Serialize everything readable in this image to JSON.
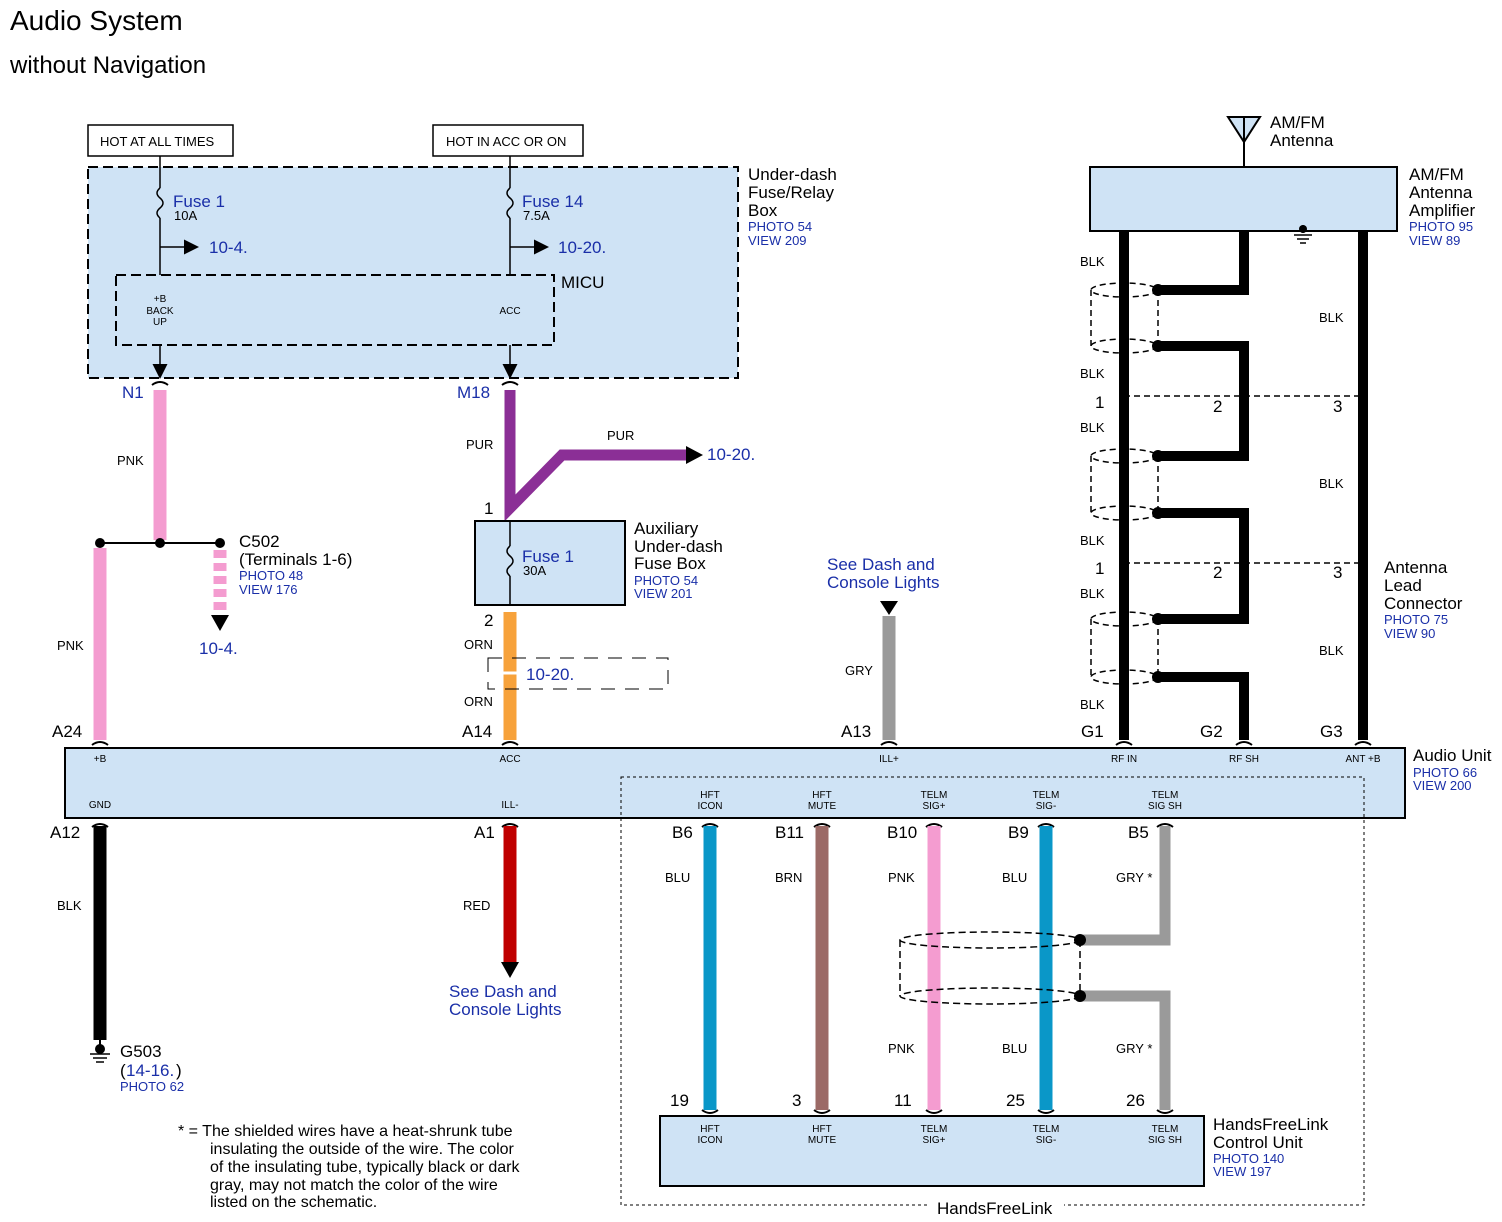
{
  "title": "Audio System",
  "subtitle": "without Navigation",
  "colors": {
    "component_fill": "#cfe3f5",
    "blue_text": "#1a2fa8",
    "PNK": "#f49cd0",
    "PUR": "#8b2f96",
    "ORN": "#f7a23b",
    "GRY": "#9a9a9a",
    "BLK": "#000000",
    "RED": "#c00000",
    "BLU": "#0a97c8",
    "BRN": "#9b6a66"
  },
  "power": {
    "hot_at_all_times": "HOT AT ALL TIMES",
    "hot_in_acc_or_on": "HOT IN ACC OR ON"
  },
  "underdash": {
    "name_lines": [
      "Under-dash",
      "Fuse/Relay",
      "Box"
    ],
    "photo": "PHOTO 54",
    "view": "VIEW 209",
    "fuse1_name": "Fuse 1",
    "fuse1_rating": "10A",
    "fuse14_name": "Fuse 14",
    "fuse14_rating": "7.5A",
    "ref1": "10-4.",
    "ref14": "10-20.",
    "micu": "MICU",
    "micu_pin1_lines": [
      "+B",
      "BACK",
      "UP"
    ],
    "micu_pin2": "ACC"
  },
  "connectors": {
    "n1": "N1",
    "m18": "M18"
  },
  "c502": {
    "name": "C502",
    "terminals": "(Terminals 1-6)",
    "photo": "PHOTO 48",
    "view": "VIEW 176",
    "ref": "10-4."
  },
  "aux": {
    "name_lines": [
      "Auxiliary",
      "Under-dash",
      "Fuse Box"
    ],
    "photo": "PHOTO 54",
    "view": "VIEW 201",
    "fuse_name": "Fuse 1",
    "fuse_rating": "30A",
    "pin_in": "1",
    "pin_out": "2",
    "ref_branch": "10-20.",
    "ref_orn": "10-20."
  },
  "wires": {
    "pnk": "PNK",
    "pur": "PUR",
    "orn": "ORN",
    "gry": "GRY",
    "blk": "BLK",
    "red": "RED",
    "blu": "BLU",
    "brn": "BRN",
    "gry_star": "GRY *"
  },
  "see_dash": [
    "See Dash and",
    "Console Lights"
  ],
  "antenna": {
    "name_lines": [
      "AM/FM",
      "Antenna"
    ],
    "amp_lines": [
      "AM/FM",
      "Antenna",
      "Amplifier"
    ],
    "amp_photo": "PHOTO 95",
    "amp_view": "VIEW 89",
    "lead_lines": [
      "Antenna",
      "Lead",
      "Connector"
    ],
    "lead_photo": "PHOTO 75",
    "lead_view": "VIEW 90",
    "pins": [
      "1",
      "2",
      "3"
    ]
  },
  "audio_unit": {
    "name": "Audio Unit",
    "photo": "PHOTO 66",
    "view": "VIEW 200",
    "top_pins": [
      {
        "conn": "A24",
        "term": "+B"
      },
      {
        "conn": "A14",
        "term": "ACC"
      },
      {
        "conn": "A13",
        "term": "ILL+"
      },
      {
        "conn": "G1",
        "term": "RF IN"
      },
      {
        "conn": "G2",
        "term": "RF SH"
      },
      {
        "conn": "G3",
        "term": "ANT +B"
      }
    ],
    "bottom_pins": [
      {
        "conn": "A12",
        "term": "GND"
      },
      {
        "conn": "A1",
        "term": "ILL-"
      }
    ],
    "hft_pins": [
      {
        "conn": "B6",
        "term": [
          "HFT",
          "ICON"
        ]
      },
      {
        "conn": "B11",
        "term": [
          "HFT",
          "MUTE"
        ]
      },
      {
        "conn": "B10",
        "term": [
          "TELM",
          "SIG+"
        ]
      },
      {
        "conn": "B9",
        "term": [
          "TELM",
          "SIG-"
        ]
      },
      {
        "conn": "B5",
        "term": [
          "TELM",
          "SIG SH"
        ]
      }
    ]
  },
  "ground": {
    "name": "G503",
    "ref": "14-16.",
    "photo": "PHOTO 62"
  },
  "hfl": {
    "name_lines": [
      "HandsFreeLink",
      "Control Unit"
    ],
    "photo": "PHOTO 140",
    "view": "VIEW 197",
    "pins": [
      "19",
      "3",
      "11",
      "25",
      "26"
    ],
    "group": "HandsFreeLink"
  },
  "note": [
    "* = The shielded wires have a heat-shrunk tube",
    "insulating the outside of the wire. The color",
    "of the insulating tube, typically black or dark",
    "gray, may not match the color of the wire",
    "listed on the schematic."
  ]
}
